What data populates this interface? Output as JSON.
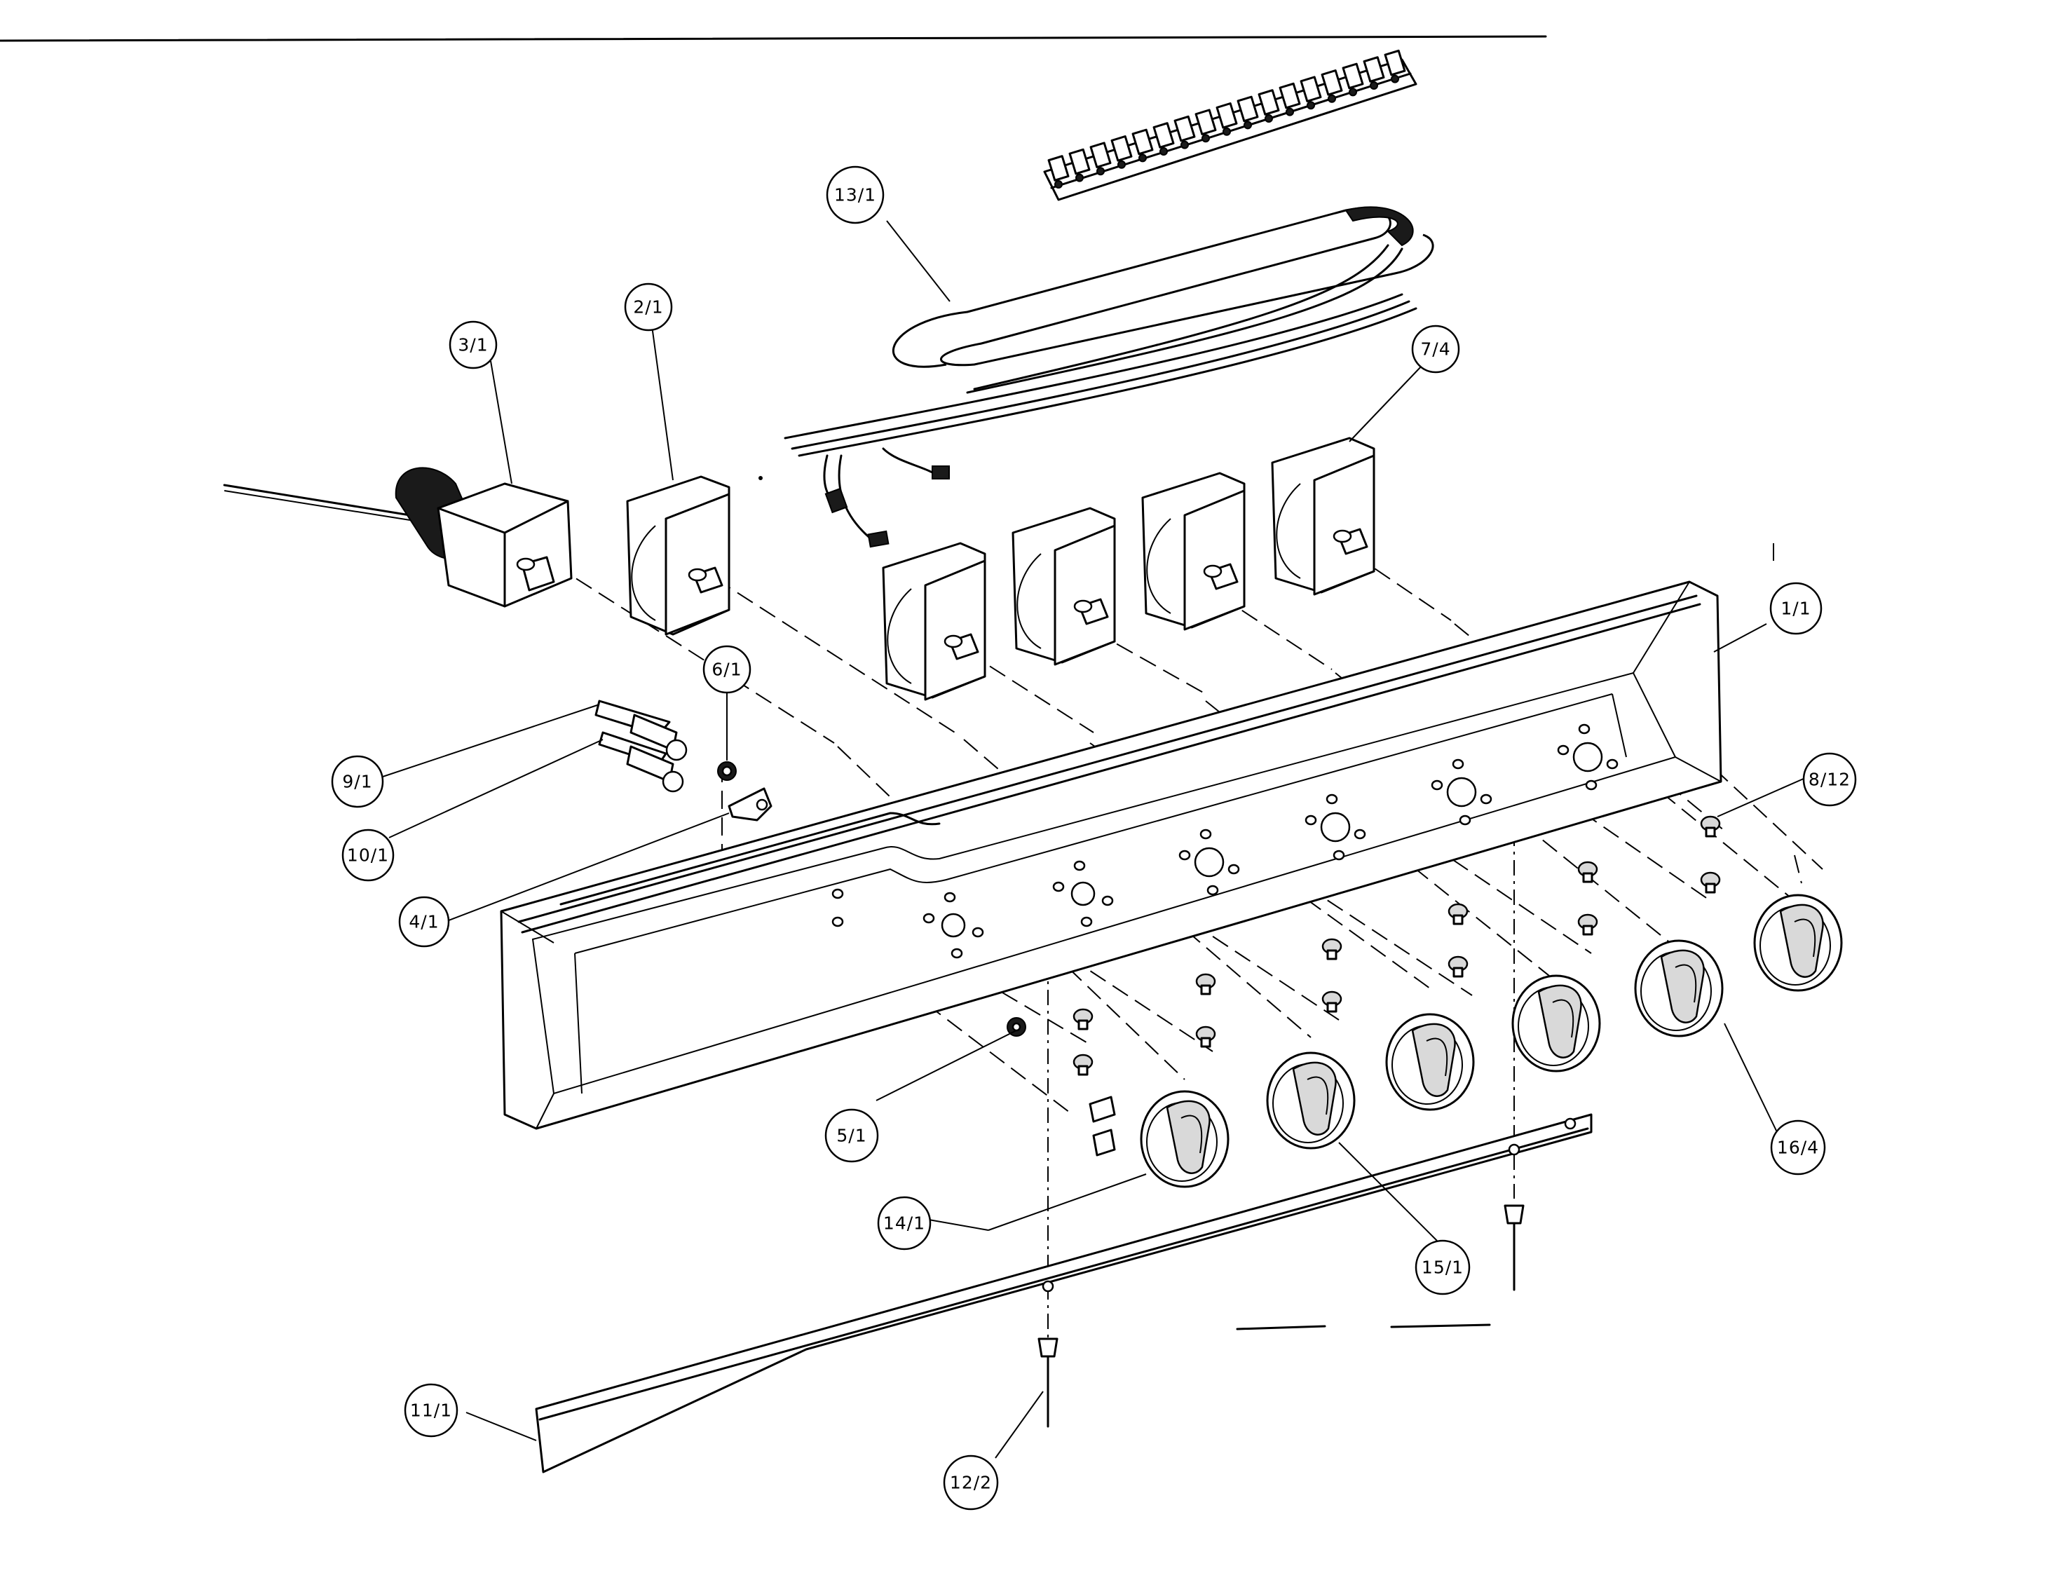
{
  "callouts": [
    {
      "id": "switch-module",
      "label": "3/1"
    },
    {
      "id": "oven-thermostat",
      "label": "2/1"
    },
    {
      "id": "wiring-harness",
      "label": "13/1"
    },
    {
      "id": "burner-valves",
      "label": "7/4"
    },
    {
      "id": "control-panel",
      "label": "1/1"
    },
    {
      "id": "ignitor-switch-a",
      "label": "9/1"
    },
    {
      "id": "ignitor-switch-b",
      "label": "10/1"
    },
    {
      "id": "nut",
      "label": "6/1"
    },
    {
      "id": "bracket",
      "label": "4/1"
    },
    {
      "id": "screws",
      "label": "8/12"
    },
    {
      "id": "grommet",
      "label": "5/1"
    },
    {
      "id": "knob-switch",
      "label": "14/1"
    },
    {
      "id": "knob-thermostat",
      "label": "15/1"
    },
    {
      "id": "knobs-burner",
      "label": "16/4"
    },
    {
      "id": "trim-strip",
      "label": "11/1"
    },
    {
      "id": "rivets",
      "label": "12/2"
    }
  ]
}
